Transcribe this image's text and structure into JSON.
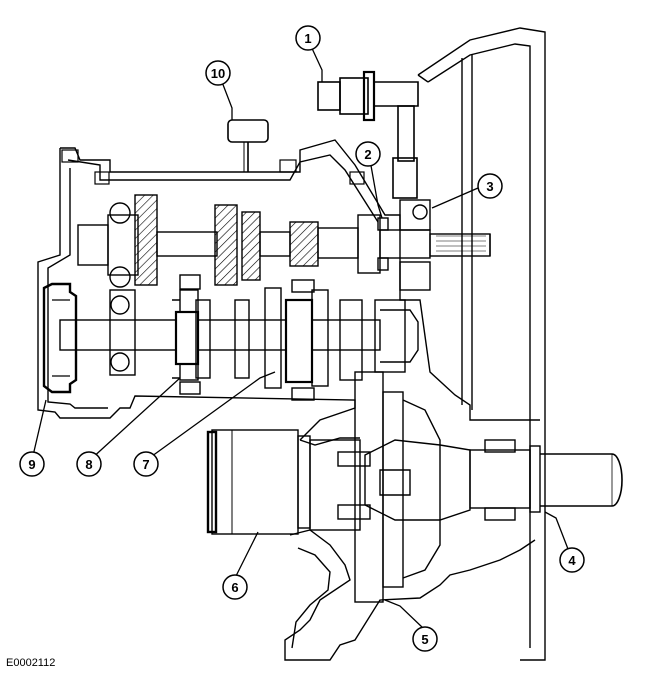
{
  "figure": {
    "reference_code": "E0002112",
    "callouts": [
      {
        "number": "1"
      },
      {
        "number": "2"
      },
      {
        "number": "3"
      },
      {
        "number": "4"
      },
      {
        "number": "5"
      },
      {
        "number": "6"
      },
      {
        "number": "7"
      },
      {
        "number": "8"
      },
      {
        "number": "9"
      },
      {
        "number": "10"
      }
    ]
  },
  "colors": {
    "line": "#000000",
    "background": "#ffffff"
  }
}
